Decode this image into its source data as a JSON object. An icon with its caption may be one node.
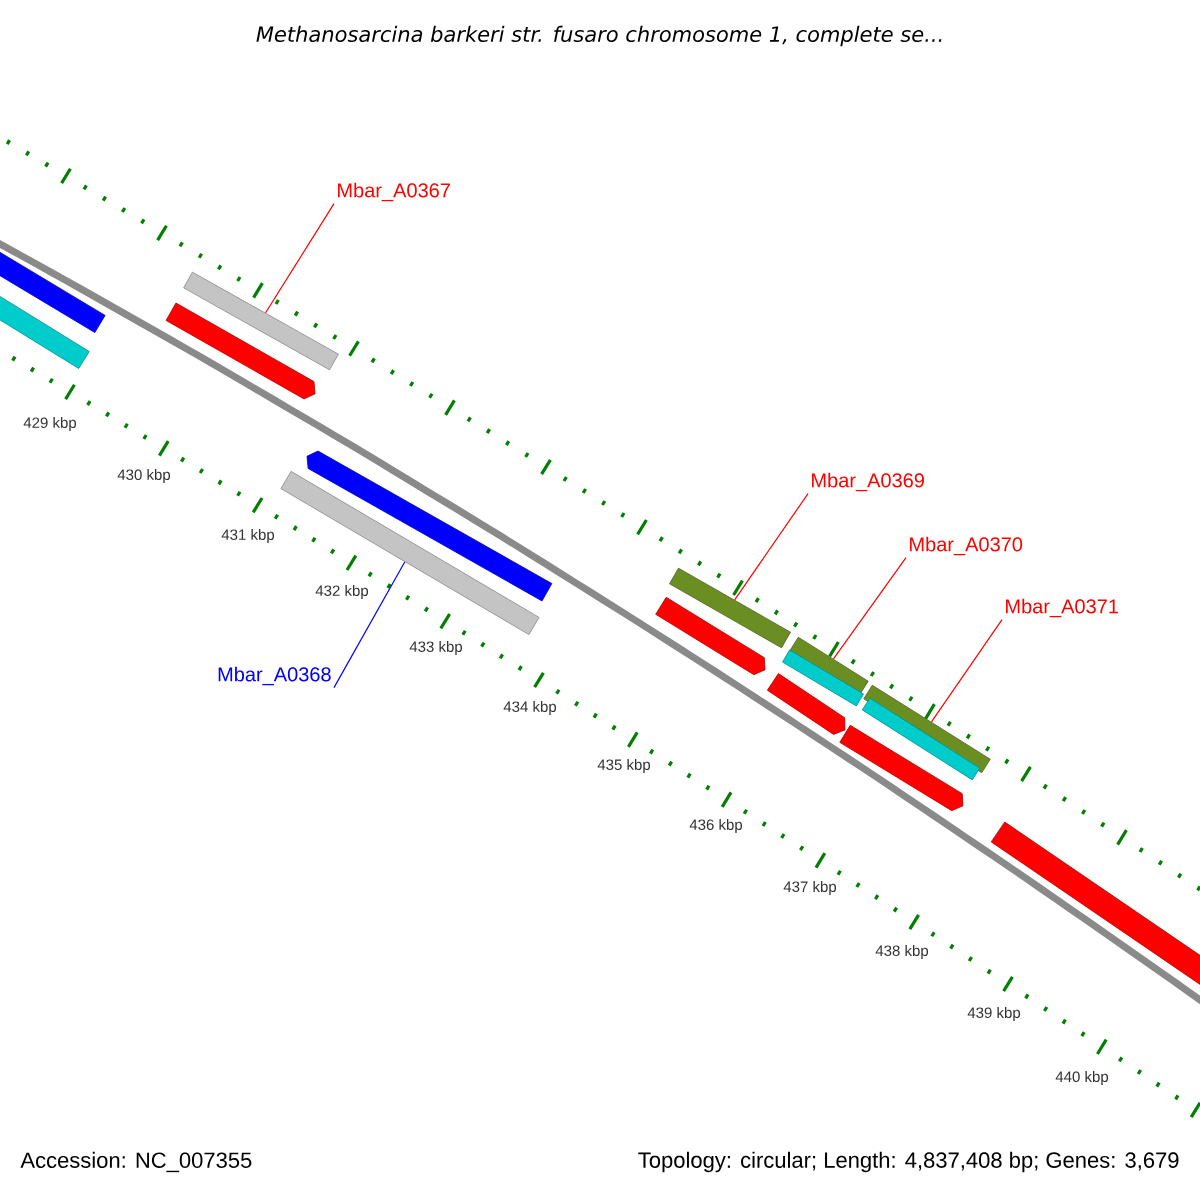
{
  "diagram": {
    "title": "Methanosarcina barkeri str. fusaro chromosome 1, complete se...",
    "nodes": [
      {
        "text": [],
        "shape": "bar"
      },
      {
        "text": [],
        "shape": "bar"
      },
      {
        "text": [
          "Mbar_A0367"
        ]
      },
      {
        "text": [],
        "shape": "bar"
      },
      {
        "text": [],
        "shape": "arrow"
      },
      {
        "text": [],
        "shape": "arrow"
      },
      {
        "text": [],
        "shape": "bar"
      },
      {
        "text": [
          "Mbar_A0368"
        ]
      },
      {
        "text": [
          "Mbar_A0369"
        ]
      },
      {
        "text": [],
        "shape": "bar"
      },
      {
        "text": [],
        "shape": "arrow"
      },
      {
        "text": [
          "Mbar_A0370"
        ]
      },
      {
        "text": [],
        "shape": "bar"
      },
      {
        "text": [],
        "shape": "bar"
      },
      {
        "text": [],
        "shape": "arrow"
      },
      {
        "text": [
          "Mbar_A0371"
        ]
      },
      {
        "text": [],
        "shape": "bar"
      },
      {
        "text": [],
        "shape": "bar"
      },
      {
        "text": [],
        "shape": "arrow"
      },
      {
        "text": [],
        "shape": "bar"
      }
    ],
    "edges": [
      {
        "from": 2,
        "to": 3,
        "arrow": "none"
      },
      {
        "from": 7,
        "to": 6,
        "arrow": "none",
        "color": "#0000ff"
      },
      {
        "from": 8,
        "to": 9,
        "arrow": "none"
      },
      {
        "from": 11,
        "to": 12,
        "arrow": "none"
      },
      {
        "from": 15,
        "to": 16,
        "arrow": "none"
      }
    ],
    "labels": [
      "429 kbp",
      "430 kbp",
      "431 kbp",
      "432 kbp",
      "433 kbp",
      "434 kbp",
      "435 kbp",
      "436 kbp",
      "437 kbp",
      "438 kbp",
      "439 kbp",
      "440 kbp",
      "Accession: NC_007355",
      "Topology: circular; Length: 4,837,408 bp; Genes: 3,679"
    ]
  }
}
